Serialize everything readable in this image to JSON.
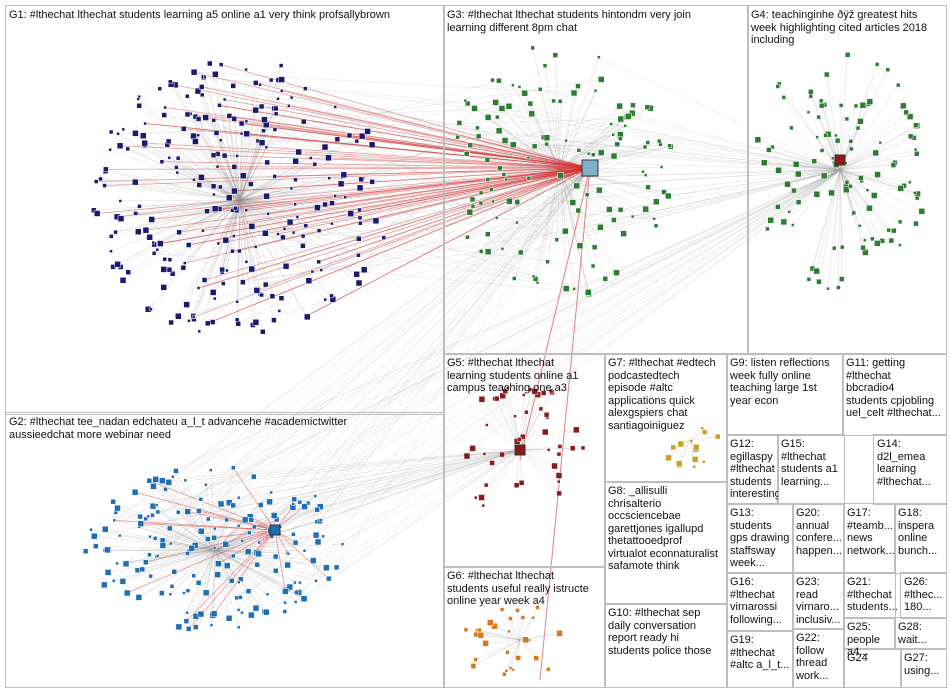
{
  "group_labels": {
    "g1": "G1: #lthechat lthechat students learning a5 online a1 very think profsallybrown",
    "g2": "G2: #lthechat tee_nadan edchateu a_l_t advancehe #academictwitter\naussieedchat more webinar need",
    "g3": "G3: #lthechat lthechat students hintondm very join\nlearning different 8pm chat",
    "g4": "G4: teachinginhe ðÿž greatest hits\nweek highlighting cited articles 2018\nincluding",
    "g5": "G5: #lthechat lthechat\nlearning students online a1\ncampus teaching one a3",
    "g6": "G6: #lthechat lthechat\nstudents useful really istructe\nonline year week a4",
    "g7": "G7: #lthechat #edtech\npodcastedtech\nepisode #altc\napplications quick\nalexgspiers chat\nsantiagoiniguez",
    "g8": "G8: _allisulli\nchrisalterio\noccsciencebae\ngarettjones igallupd\nthetattooedprof\nvirtualot econnaturalist\nsafamote think",
    "g9": "G9: listen reflections\nweek fully online\nteaching large 1st\nyear econ",
    "g10": "G10: #lthechat sep\ndaily conversation\nreport ready hi\nstudents police those",
    "g11": "G11: getting\n#lthechat\nbbcradio4\nstudents cpjobling\nuel_celt #lthechat...",
    "g12": "G12: egillaspy\n#lthechat\nstudents\ninteresting...",
    "g13": "G13:\nstudents\ngps drawing\nstaffsway\nweek...",
    "g14": "G14:\nd2l_emea\nlearning\n#lthechat...",
    "g15": "G15:\n#lthechat\nstudents a1\nlearning...",
    "g16": "G16:\n#lthechat\nvirnarossi\nfollowing...",
    "g17": "G17:\n#teamb...\nnews\nnetwork...",
    "g18": "G18:\ninspera\nonline\nbunch...",
    "g19": "G19:\n#lthechat\n#altc a_l_t...",
    "g20": "G20:\nannual\nconfere...\nhappen...",
    "g21": "G21:\n#lthechat\nstudents...",
    "g22": "G22:\nfollow\nthread\nwork...",
    "g23": "G23:\nread\nvirnaro...\ninclusiv...",
    "g24": "G24",
    "g25": "G25:\npeople a4...",
    "g26": "G26:\n#lthec...\n180...",
    "g27": "G27:\nusing...",
    "g28": "G28:\nwait..."
  },
  "colors": {
    "g1": "#1a1a6e",
    "g2": "#1f6fb5",
    "g3": "#2e7d32",
    "g4": "#2e7d32",
    "g5": "#8b1a1a",
    "g6": "#d87a1a",
    "g7": "#c9a227",
    "edge": "#9a9a9a",
    "hub_edge": "#d32f2f"
  }
}
